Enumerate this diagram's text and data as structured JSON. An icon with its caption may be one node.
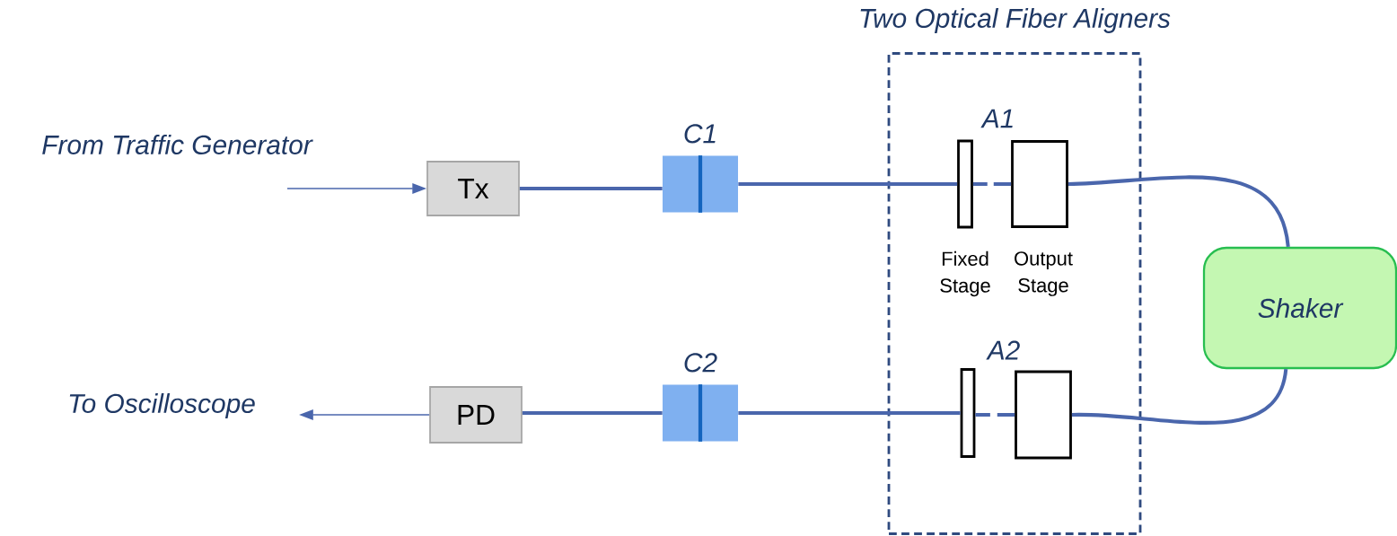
{
  "diagram": {
    "nodes": [
      {
        "text": [
          "Two Optical Fiber Aligners"
        ]
      },
      {
        "text": [
          "Tx"
        ]
      },
      {
        "text": [
          "C1"
        ]
      },
      {
        "text": [],
        "shape": "box",
        "in": 0
      },
      {
        "text": [],
        "shape": "box",
        "in": 0
      },
      {
        "text": [
          "Shaker"
        ]
      },
      {
        "text": [
          "PD"
        ]
      },
      {
        "text": [
          "C2"
        ]
      },
      {
        "text": [],
        "shape": "box",
        "in": 0
      },
      {
        "text": [],
        "shape": "box",
        "in": 0
      }
    ],
    "edges": [
      {
        "from": null,
        "to": 1,
        "arrow": "to"
      },
      {
        "from": 1,
        "to": 2,
        "arrow": "none"
      },
      {
        "from": 2,
        "to": 3,
        "arrow": "none"
      },
      {
        "from": 3,
        "to": 4,
        "arrow": "none",
        "style": "dashed"
      },
      {
        "from": 4,
        "to": 5,
        "arrow": "none"
      },
      {
        "from": 5,
        "to": 9,
        "arrow": "none"
      },
      {
        "from": 9,
        "to": 8,
        "arrow": "none",
        "style": "dashed"
      },
      {
        "from": 8,
        "to": 7,
        "arrow": "none"
      },
      {
        "from": 7,
        "to": 6,
        "arrow": "none"
      },
      {
        "from": 6,
        "to": null,
        "arrow": "to"
      }
    ],
    "labels": [
      "From Traffic Generator",
      "A1",
      "Fixed Stage",
      "Output Stage",
      "To Oscilloscope",
      "A2"
    ]
  }
}
